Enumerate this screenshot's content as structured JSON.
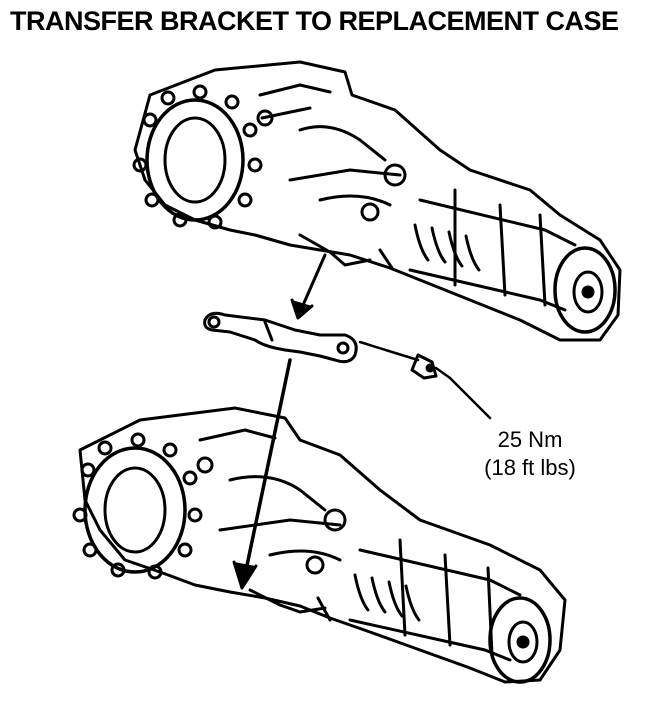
{
  "title": "TRANSFER BRACKET TO REPLACEMENT CASE",
  "torque": {
    "metric": "25 Nm",
    "imperial": "(18 ft lbs)"
  },
  "colors": {
    "ink": "#000000",
    "paper": "#ffffff"
  }
}
